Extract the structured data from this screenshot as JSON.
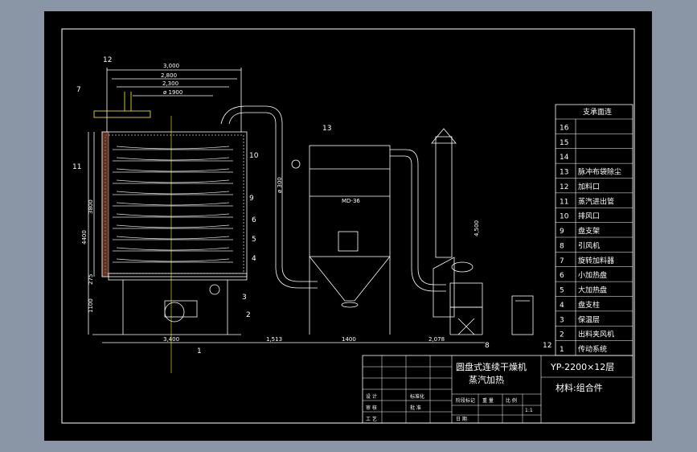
{
  "title_block": {
    "header": "支承面连",
    "drawing_title_line1": "圆盘式连续干燥机",
    "drawing_title_line2": "蒸汽加热",
    "model": "YP-2200×12层",
    "material": "材料:组合件",
    "scale": "1:1",
    "grid_labels": [
      "设 计",
      "审 核",
      "工 艺",
      "标准化",
      "批 准",
      "阶段标记",
      "重 量",
      "比 例",
      "日 期"
    ]
  },
  "parts_list": [
    {
      "no": "16",
      "name": ""
    },
    {
      "no": "15",
      "name": ""
    },
    {
      "no": "14",
      "name": ""
    },
    {
      "no": "13",
      "name": "脉冲布袋除尘"
    },
    {
      "no": "12",
      "name": "加料口"
    },
    {
      "no": "11",
      "name": "蒸汽进出管"
    },
    {
      "no": "10",
      "name": "排风口"
    },
    {
      "no": "9",
      "name": "盘支架"
    },
    {
      "no": "8",
      "name": "引风机"
    },
    {
      "no": "7",
      "name": "旋转加料器"
    },
    {
      "no": "6",
      "name": "小加热盘"
    },
    {
      "no": "5",
      "name": "大加热盘"
    },
    {
      "no": "4",
      "name": "盘支柱"
    },
    {
      "no": "3",
      "name": "保温层"
    },
    {
      "no": "2",
      "name": "出料夹风机"
    },
    {
      "no": "1",
      "name": "传动系统"
    }
  ],
  "dimensions": {
    "top1": "3,000",
    "top2": "2,800",
    "top3": "2,300",
    "top4": "ø 1900",
    "height_total": "4400",
    "height_body": "3800",
    "height_mid": "275",
    "height_legs": "1100",
    "bottom1": "3,400",
    "bottom2": "1,513",
    "bottom3": "1400",
    "bottom4": "2,078",
    "pipe_dia": "ø 300",
    "dust_label": "MD-36",
    "stack_height": "4,500"
  },
  "callouts": [
    "12",
    "7",
    "11",
    "10",
    "9",
    "6",
    "5",
    "4",
    "3",
    "2",
    "1",
    "13",
    "8",
    "12"
  ]
}
